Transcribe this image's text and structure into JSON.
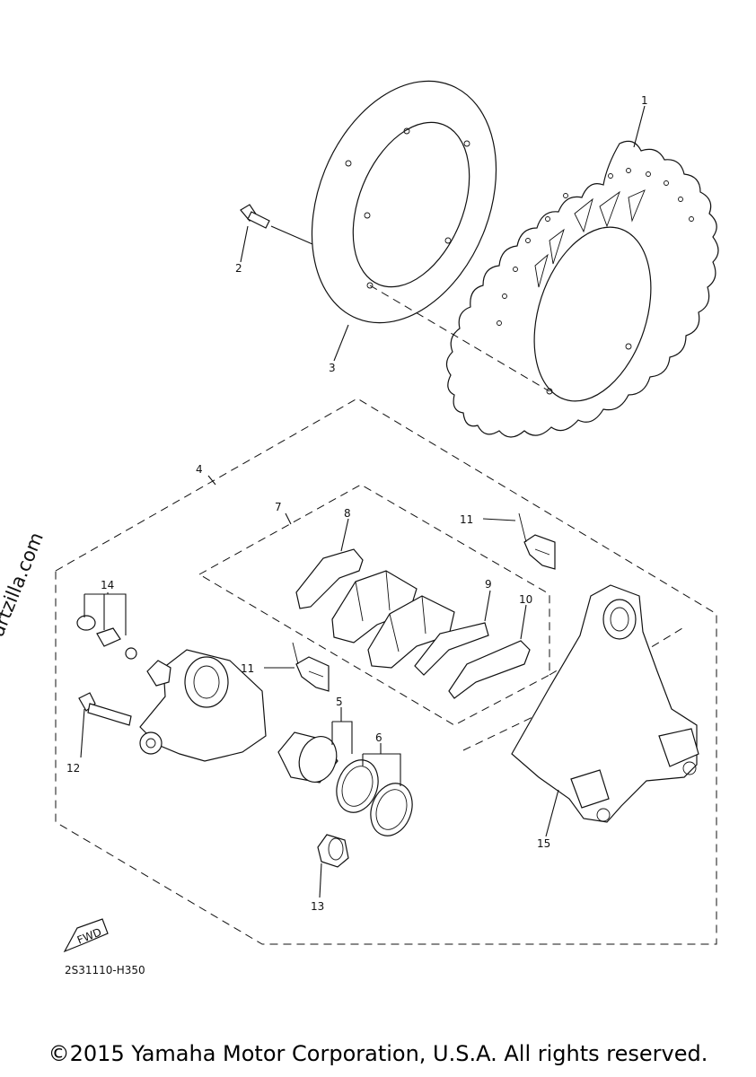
{
  "callouts": {
    "c1": "1",
    "c2": "2",
    "c3": "3",
    "c4": "4",
    "c5": "5",
    "c6": "6",
    "c7": "7",
    "c8": "8",
    "c9": "9",
    "c10": "10",
    "c11a": "11",
    "c11b": "11",
    "c12": "12",
    "c13": "13",
    "c14": "14",
    "c15": "15"
  },
  "fwd_label": "FWD",
  "diagram_code": "2S31110-H350",
  "watermark": "© Partzilla.com",
  "copyright": "©2015 Yamaha Motor Corporation, U.S.A. All rights reserved."
}
